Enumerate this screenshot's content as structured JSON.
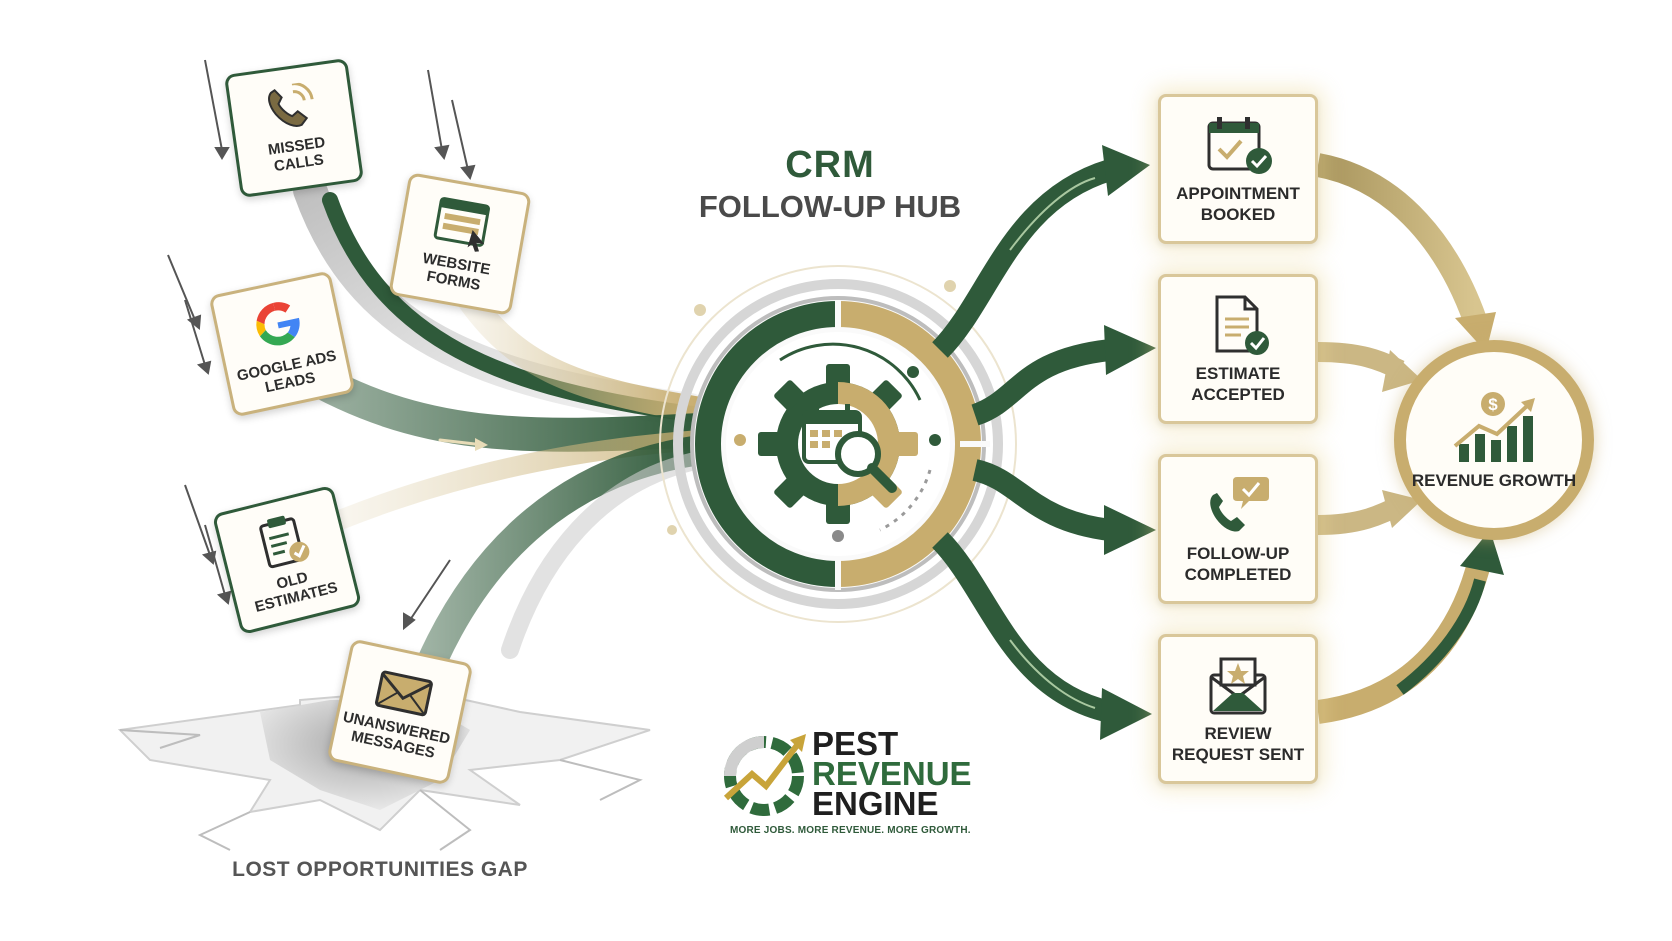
{
  "hub": {
    "title": "CRM",
    "subtitle": "FOLLOW-UP HUB"
  },
  "sources": [
    {
      "label": "MISSED CALLS",
      "icon": "phone-icon"
    },
    {
      "label": "WEBSITE FORMS",
      "icon": "browser-form-icon"
    },
    {
      "label": "GOOGLE ADS LEADS",
      "icon": "google-g-icon"
    },
    {
      "label": "OLD ESTIMATES",
      "icon": "clipboard-check-icon"
    },
    {
      "label": "UNANSWERED MESSAGES",
      "icon": "envelope-icon"
    }
  ],
  "outcomes": [
    {
      "label": "APPOINTMENT BOOKED",
      "icon": "calendar-check-icon"
    },
    {
      "label": "ESTIMATE ACCEPTED",
      "icon": "document-check-icon"
    },
    {
      "label": "FOLLOW-UP COMPLETED",
      "icon": "phone-chat-icon"
    },
    {
      "label": "REVIEW REQUEST SENT",
      "icon": "envelope-star-icon"
    }
  ],
  "result": {
    "label": "REVENUE GROWTH",
    "icon": "dollar-growth-chart-icon"
  },
  "gap_label": "LOST OPPORTUNITIES GAP",
  "logo": {
    "word1": "PEST",
    "word2": "REVENUE",
    "word3": "ENGINE",
    "tagline": "MORE JOBS. MORE REVENUE. MORE GROWTH."
  },
  "colors": {
    "green": "#2f5a3a",
    "gold": "#c8ad6e",
    "gray": "#9e9e9e"
  }
}
